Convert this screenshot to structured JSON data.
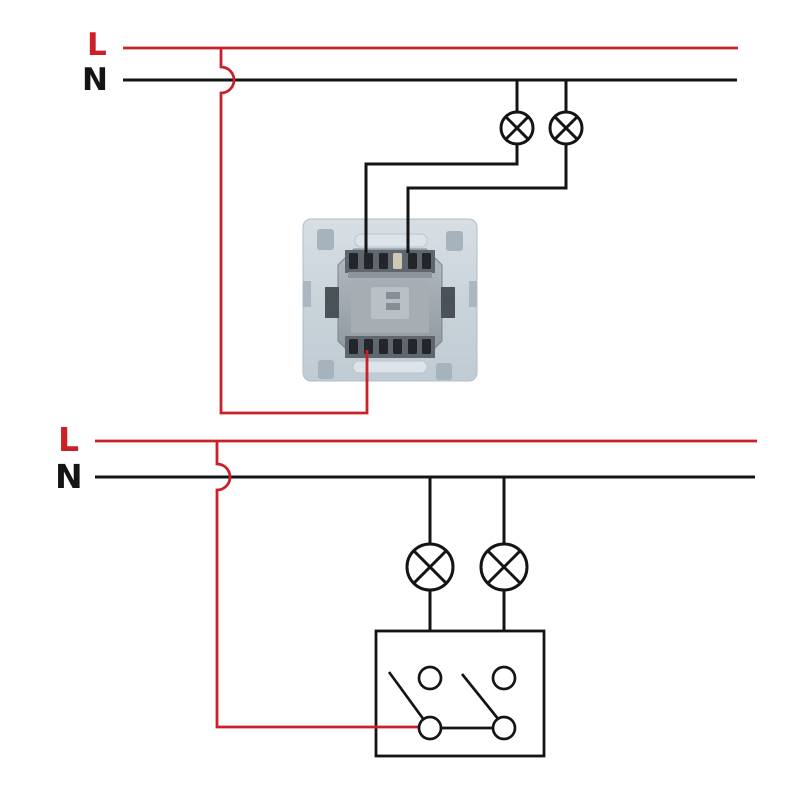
{
  "background": "#ffffff",
  "colors": {
    "live": "#cb2027",
    "neutral": "#141414"
  },
  "top_circuit": {
    "live_label": "L",
    "neutral_label": "N",
    "lamp_count": 2,
    "switch": "two-gang switch mechanism rear-view photo"
  },
  "bottom_circuit": {
    "live_label": "L",
    "neutral_label": "N",
    "lamp_count": 2,
    "switch": "two-gang switch schematic"
  }
}
